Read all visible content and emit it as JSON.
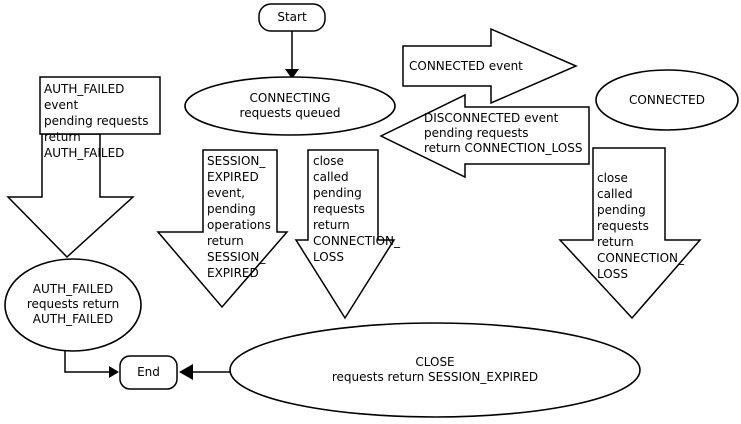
{
  "diagram": {
    "colors": {
      "stroke": "#000000",
      "shape_fill": "#ffffff",
      "background": "#ffffff"
    },
    "nodes": {
      "start": {
        "label": "Start"
      },
      "connecting": {
        "label": "CONNECTING\nrequests queued"
      },
      "connected": {
        "label": "CONNECTED"
      },
      "auth_failed": {
        "label": "AUTH_FAILED\nrequests return\nAUTH_FAILED"
      },
      "close": {
        "label": "CLOSE\nrequests return SESSION_EXPIRED"
      },
      "end": {
        "label": "End"
      }
    },
    "transitions": {
      "connected_event": {
        "label": "CONNECTED event"
      },
      "disconnected_event": {
        "label": "DISCONNECTED event\npending requests\nreturn CONNECTION_LOSS"
      },
      "auth_failed_event": {
        "label": "AUTH_FAILED event\npending requests\nreturn AUTH_FAILED"
      },
      "session_expired": {
        "label": "SESSION_\nEXPIRED\nevent,\npending\noperations\nreturn\nSESSION_\nEXPIRED"
      },
      "close_called_mid": {
        "label": "close called\npending\nrequests\nreturn\nCONNECTION_\nLOSS"
      },
      "close_called_right": {
        "label": "close called\npending\nrequests\nreturn\nCONNECTION_\nLOSS"
      }
    }
  }
}
